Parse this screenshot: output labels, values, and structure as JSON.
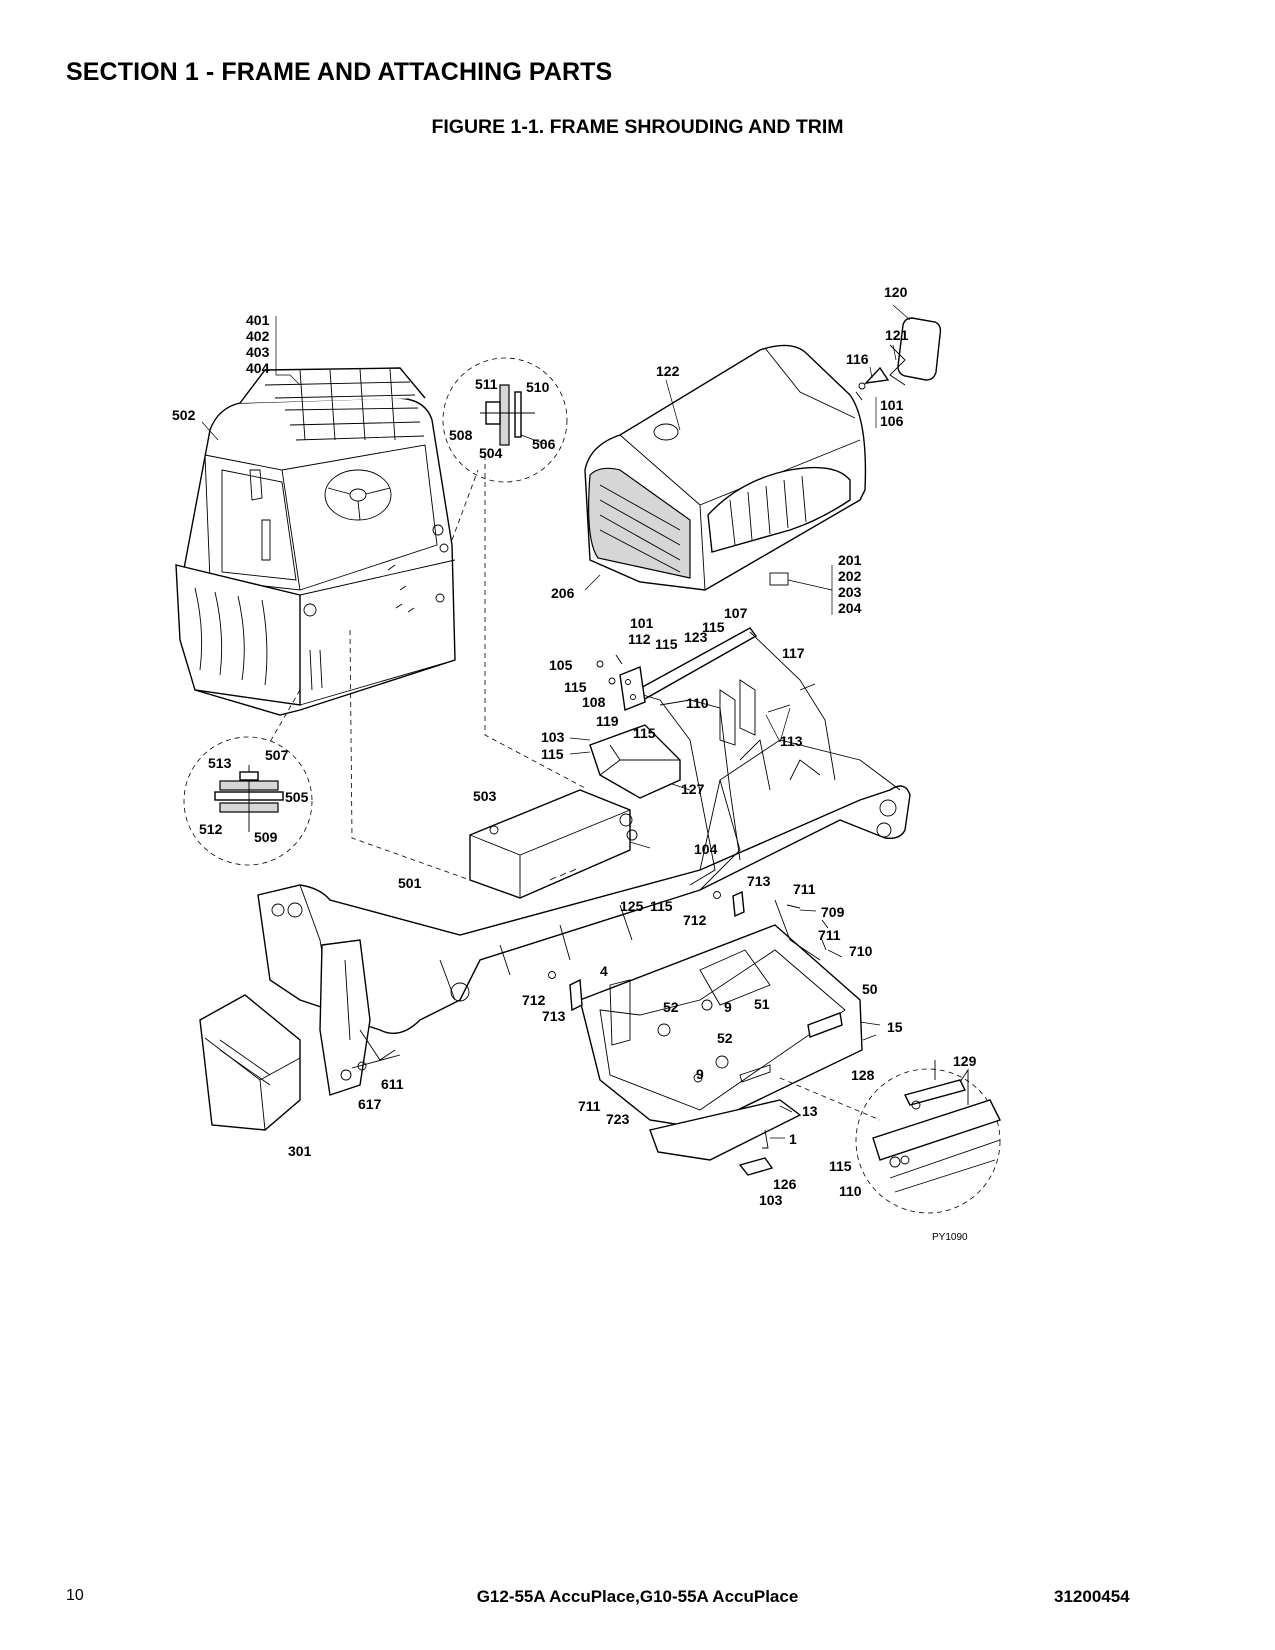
{
  "header": {
    "section_title": "SECTION 1 - FRAME AND ATTACHING PARTS",
    "figure_title": "FIGURE 1-1. FRAME SHROUDING AND TRIM"
  },
  "diagram": {
    "figure_id": "PY1090",
    "callouts": [
      {
        "id": "c401",
        "text": "401"
      },
      {
        "id": "c402",
        "text": "402"
      },
      {
        "id": "c403",
        "text": "403"
      },
      {
        "id": "c404",
        "text": "404"
      },
      {
        "id": "c502",
        "text": "502"
      },
      {
        "id": "c511",
        "text": "511"
      },
      {
        "id": "c510",
        "text": "510"
      },
      {
        "id": "c508",
        "text": "508"
      },
      {
        "id": "c504",
        "text": "504"
      },
      {
        "id": "c506",
        "text": "506"
      },
      {
        "id": "c122",
        "text": "122"
      },
      {
        "id": "c120",
        "text": "120"
      },
      {
        "id": "c121",
        "text": "121"
      },
      {
        "id": "c116",
        "text": "116"
      },
      {
        "id": "c101a",
        "text": "101"
      },
      {
        "id": "c106",
        "text": "106"
      },
      {
        "id": "c201",
        "text": "201"
      },
      {
        "id": "c202",
        "text": "202"
      },
      {
        "id": "c203",
        "text": "203"
      },
      {
        "id": "c204",
        "text": "204"
      },
      {
        "id": "c206",
        "text": "206"
      },
      {
        "id": "c107",
        "text": "107"
      },
      {
        "id": "c101b",
        "text": "101"
      },
      {
        "id": "c115a",
        "text": "115"
      },
      {
        "id": "c112",
        "text": "112"
      },
      {
        "id": "c115b",
        "text": "115"
      },
      {
        "id": "c123",
        "text": "123"
      },
      {
        "id": "c117",
        "text": "117"
      },
      {
        "id": "c105",
        "text": "105"
      },
      {
        "id": "c115c",
        "text": "115"
      },
      {
        "id": "c108",
        "text": "108"
      },
      {
        "id": "c110a",
        "text": "110"
      },
      {
        "id": "c119",
        "text": "119"
      },
      {
        "id": "c115d",
        "text": "115"
      },
      {
        "id": "c103a",
        "text": "103"
      },
      {
        "id": "c115e",
        "text": "115"
      },
      {
        "id": "c113",
        "text": "113"
      },
      {
        "id": "c513",
        "text": "513"
      },
      {
        "id": "c507",
        "text": "507"
      },
      {
        "id": "c505",
        "text": "505"
      },
      {
        "id": "c512",
        "text": "512"
      },
      {
        "id": "c509",
        "text": "509"
      },
      {
        "id": "c503",
        "text": "503"
      },
      {
        "id": "c127",
        "text": "127"
      },
      {
        "id": "c104",
        "text": "104"
      },
      {
        "id": "c501",
        "text": "501"
      },
      {
        "id": "c125",
        "text": "125"
      },
      {
        "id": "c115f",
        "text": "115"
      },
      {
        "id": "c713a",
        "text": "713"
      },
      {
        "id": "c711a",
        "text": "711"
      },
      {
        "id": "c709",
        "text": "709"
      },
      {
        "id": "c712a",
        "text": "712"
      },
      {
        "id": "c711b",
        "text": "711"
      },
      {
        "id": "c710",
        "text": "710"
      },
      {
        "id": "c4",
        "text": "4"
      },
      {
        "id": "c712b",
        "text": "712"
      },
      {
        "id": "c713b",
        "text": "713"
      },
      {
        "id": "c52a",
        "text": "52"
      },
      {
        "id": "c9a",
        "text": "9"
      },
      {
        "id": "c51",
        "text": "51"
      },
      {
        "id": "c50",
        "text": "50"
      },
      {
        "id": "c15",
        "text": "15"
      },
      {
        "id": "c52b",
        "text": "52"
      },
      {
        "id": "c9b",
        "text": "9"
      },
      {
        "id": "c129",
        "text": "129"
      },
      {
        "id": "c128",
        "text": "128"
      },
      {
        "id": "c611",
        "text": "611"
      },
      {
        "id": "c617",
        "text": "617"
      },
      {
        "id": "c711c",
        "text": "711"
      },
      {
        "id": "c723",
        "text": "723"
      },
      {
        "id": "c13",
        "text": "13"
      },
      {
        "id": "c1",
        "text": "1"
      },
      {
        "id": "c301",
        "text": "301"
      },
      {
        "id": "c115g",
        "text": "115"
      },
      {
        "id": "c126",
        "text": "126"
      },
      {
        "id": "c103b",
        "text": "103"
      },
      {
        "id": "c110b",
        "text": "110"
      }
    ]
  },
  "footer": {
    "page_number": "10",
    "model": "G12-55A AccuPlace,G10-55A AccuPlace",
    "doc_number": "31200454"
  }
}
